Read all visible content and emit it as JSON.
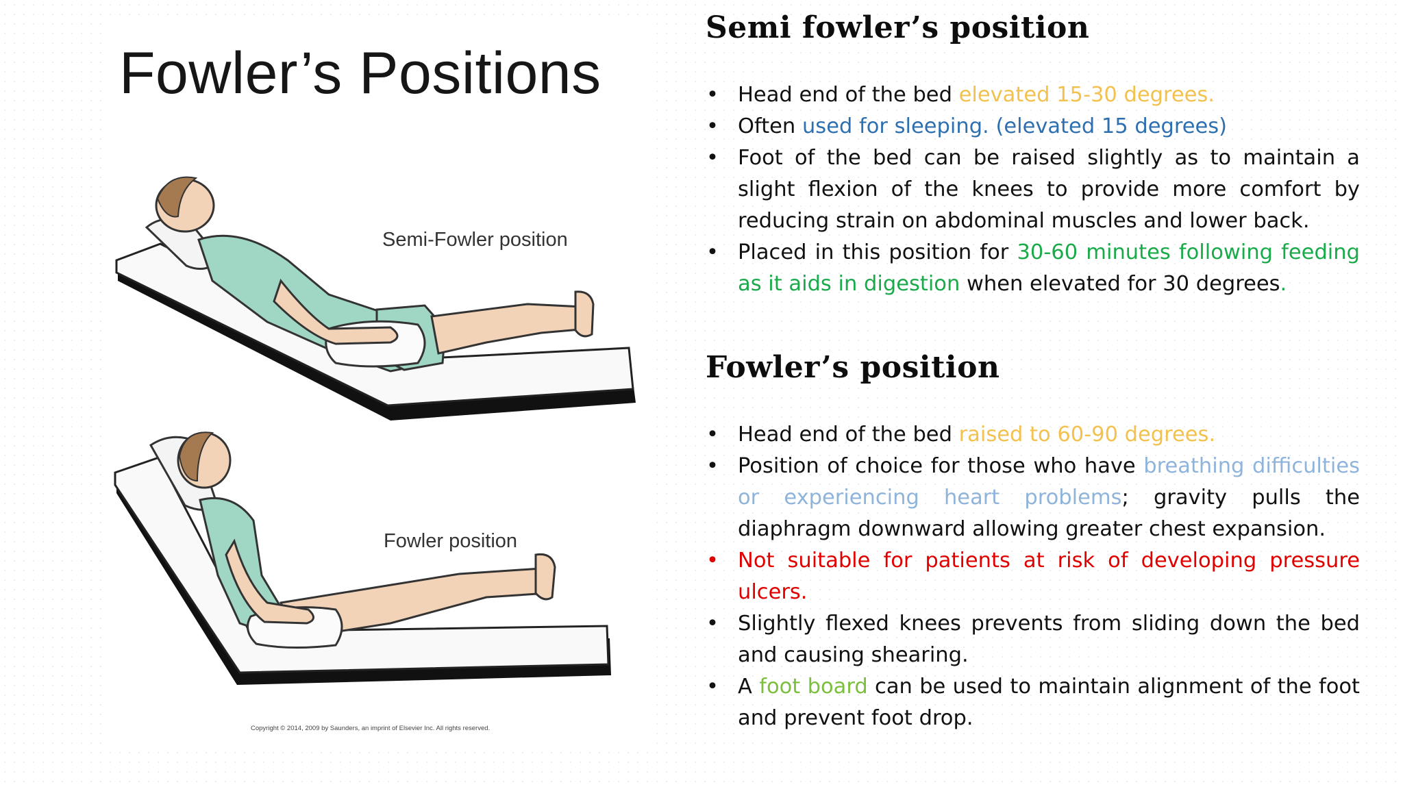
{
  "figure": {
    "title": "Fowler’s Positions",
    "semi_label": "Semi-Fowler position",
    "fowler_label": "Fowler position",
    "copyright": "Copyright © 2014, 2009 by Saunders, an imprint of Elsevier Inc. All rights reserved."
  },
  "semi": {
    "title": "Semi fowler’s position",
    "b1": {
      "pre": "Head end of the bed ",
      "hl": "elevated 15-30 degrees."
    },
    "b2": {
      "pre": "Often ",
      "hl": "used for sleeping. (elevated 15 degrees)"
    },
    "b3": {
      "text": "Foot of the bed can be raised slightly as to maintain a slight flexion of the knees to provide more comfort by reducing strain on abdominal muscles and lower back."
    },
    "b4": {
      "pre": "Placed in this position for ",
      "hl": "30-60 minutes following feeding as it aids in digestion",
      "post": " when elevated for 30 degrees",
      "end": "."
    }
  },
  "fowler": {
    "title": "Fowler’s position",
    "b1": {
      "pre": "Head end of the bed ",
      "hl": "raised to 60-90 degrees."
    },
    "b2": {
      "pre": "Position of choice for those who have ",
      "hl": "breathing difficulties or experiencing heart problems",
      "post": "; gravity pulls the diaphragm downward allowing greater chest expansion."
    },
    "b3": {
      "text": "Not suitable for patients at risk of developing pressure ulcers."
    },
    "b4": {
      "text": "Slightly flexed knees prevents from sliding down the bed and causing shearing."
    },
    "b5": {
      "pre": "A ",
      "hl": "foot board",
      "post": " can be used to maintain alignment of the foot and prevent foot drop."
    }
  },
  "bullet_glyph": "•",
  "colors": {
    "yellow": "#f2c14e",
    "blue": "#2e6fb0",
    "green": "#1aaa4a",
    "light_blue": "#8fb4dc",
    "red": "#e00000",
    "lime": "#7cbf3c",
    "scrubs": "#9fd6c4",
    "skin": "#f3d3b7",
    "hair": "#a67a50"
  }
}
